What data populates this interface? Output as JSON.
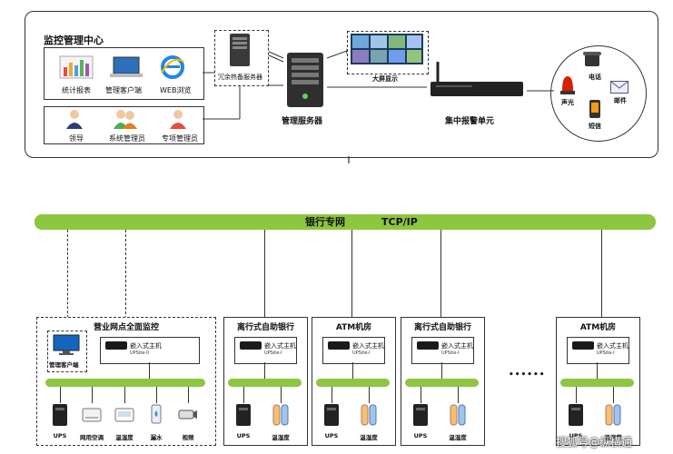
{
  "center": {
    "title": "监控管理中心",
    "apps": [
      "统计报表",
      "管理客户端",
      "WEB浏览"
    ],
    "people": [
      "领导",
      "系统管理员",
      "专项管理员"
    ],
    "redundant_server": "冗余热备服务器",
    "mgmt_server": "管理服务器",
    "big_screen": "大屏显示",
    "alarm_unit": "集中报警单元",
    "alarm_outputs": [
      "电话",
      "声光",
      "邮件",
      "短信"
    ]
  },
  "network": {
    "left": "银行专网",
    "right": "TCP/IP"
  },
  "sites": [
    {
      "title": "营业网点全面监控",
      "host": "嵌入式主机",
      "host_model": "UPSite-II",
      "client": "管理客户端",
      "devices": [
        "UPS",
        "网用空调",
        "温湿度",
        "漏水",
        "视频"
      ]
    },
    {
      "title": "离行式自助银行",
      "host": "嵌入式主机",
      "host_model": "UPSite-I",
      "devices": [
        "UPS",
        "温湿度"
      ]
    },
    {
      "title": "ATM机房",
      "host": "嵌入式主机",
      "host_model": "UPSite-I",
      "devices": [
        "UPS",
        "温湿度"
      ]
    },
    {
      "title": "离行式自助银行",
      "host": "嵌入式主机",
      "host_model": "UPSite-I",
      "devices": [
        "UPS",
        "温湿度"
      ]
    },
    {
      "title": "ATM机房",
      "host": "嵌入式主机",
      "host_model": "UPSite-I",
      "devices": [
        "UPS",
        "温湿度"
      ]
    }
  ],
  "ellipsis": "••••••",
  "watermark": "搜狐号@纵横通",
  "colors": {
    "network_green": "#8dc63f",
    "alarm_red": "#d81e06"
  }
}
